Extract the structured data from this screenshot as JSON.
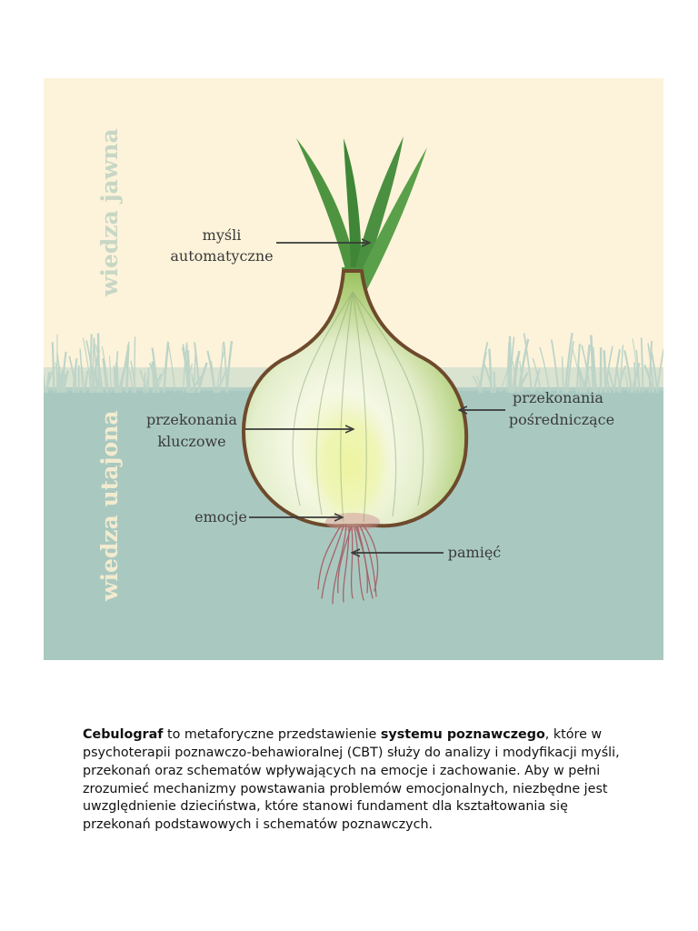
{
  "diagram": {
    "side_labels": {
      "top": "wiedza jawna",
      "bottom": "wiedza utajona"
    },
    "labels": {
      "automatic_thoughts_line1": "myśli",
      "automatic_thoughts_line2": "automatyczne",
      "core_beliefs_line1": "przekonania",
      "core_beliefs_line2": "kluczowe",
      "intermediate_beliefs_line1": "przekonania",
      "intermediate_beliefs_line2": "pośredniczące",
      "emotions": "emocje",
      "memory": "pamięć"
    },
    "colors": {
      "sky": "#fcf3da",
      "ground": "#a9c9c0",
      "grass": "#bdd4c8",
      "side_top": "#c7d7c4",
      "side_bottom": "#f3ebcf",
      "outline": "#6e4a2c",
      "roots": "#a5646a",
      "leaves": "#4e9440",
      "arrow": "#3a3a3a"
    }
  },
  "caption": {
    "term": "Cebulograf",
    "part1": " to metaforyczne przedstawienie ",
    "highlight": "systemu poznawczego",
    "part2": ", które w psychoterapii poznawczo-behawioralnej (CBT) służy do analizy i modyfikacji myśli, przekonań oraz schematów wpływających na emocje i zachowanie. Aby w pełni zrozumieć mechanizmy powstawania problemów emocjonalnych, niezbędne jest uwzględnienie dzieciństwa, które stanowi fundament dla kształtowania się przekonań podstawowych i schematów poznawczych."
  }
}
